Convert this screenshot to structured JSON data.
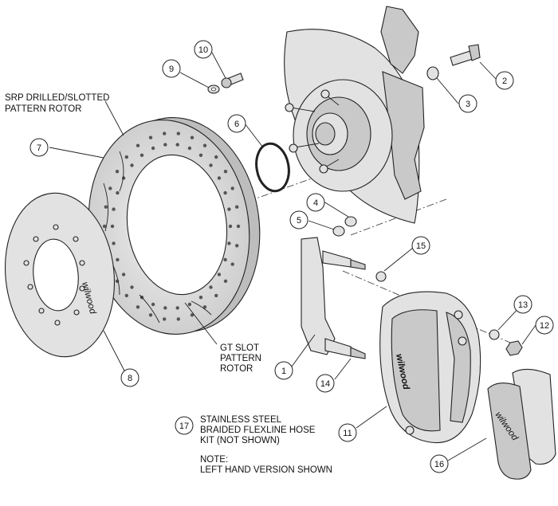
{
  "callouts": {
    "c1": "1",
    "c2": "2",
    "c3": "3",
    "c4": "4",
    "c5": "5",
    "c6": "6",
    "c7": "7",
    "c8": "8",
    "c9": "9",
    "c10": "10",
    "c11": "11",
    "c12": "12",
    "c13": "13",
    "c14": "14",
    "c15": "15",
    "c16": "16",
    "c17": "17"
  },
  "labels": {
    "srp_line1": "SRP DRILLED/SLOTTED",
    "srp_line2": "PATTERN ROTOR",
    "gt_line1": "GT SLOT",
    "gt_line2": "PATTERN",
    "gt_line3": "ROTOR",
    "kit_line1": "STAINLESS STEEL",
    "kit_line2": "BRAIDED FLEXLINE HOSE",
    "kit_line3": "KIT (NOT SHOWN)",
    "note_line1": "NOTE:",
    "note_line2": "LEFT HAND VERSION SHOWN"
  },
  "brand": {
    "hat_logo": "wilwood",
    "caliper_logo": "wilwood",
    "pad_logo": "wilwood"
  }
}
